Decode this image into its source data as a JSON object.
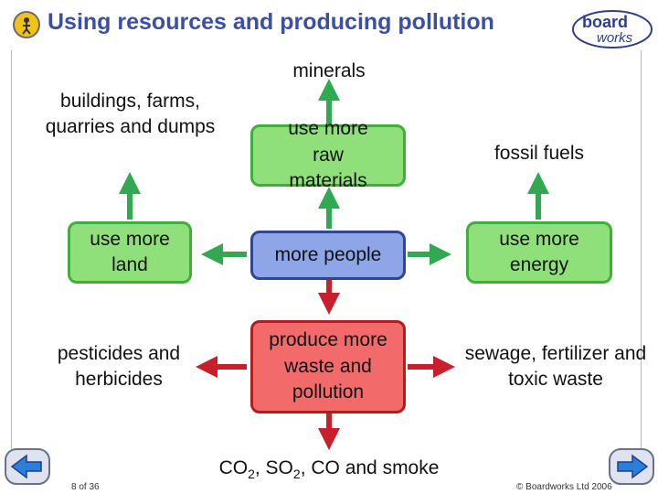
{
  "header": {
    "title": "Using resources and producing pollution",
    "logo_top": "board",
    "logo_bottom": "works"
  },
  "diagram": {
    "minerals": "minerals",
    "buildings": "buildings, farms, quarries and dumps",
    "fossil_fuels": "fossil fuels",
    "use_more_raw": "use more raw materials",
    "use_more_land": "use more land",
    "more_people": "more people",
    "use_more_energy": "use more energy",
    "pesticides": "pesticides and herbicides",
    "produce_waste": "produce more waste and pollution",
    "sewage": "sewage, fertilizer and toxic waste",
    "gases": {
      "co2_a": "CO",
      "co2_sub": "2",
      "so2_a": ", SO",
      "so2_sub": "2",
      "rest": ", CO and smoke"
    }
  },
  "footer": {
    "page": "8 of 36",
    "copyright": "© Boardworks Ltd 2006"
  },
  "colors": {
    "title": "#3b4fa3",
    "green_fill": "#8fe07a",
    "green_border": "#3fae3a",
    "blue_fill": "#8ea5e8",
    "blue_border": "#2f4596",
    "red_fill": "#f26a6a",
    "red_border": "#b21d1d",
    "green_arrow": "#33a852",
    "red_arrow": "#c8202a"
  }
}
